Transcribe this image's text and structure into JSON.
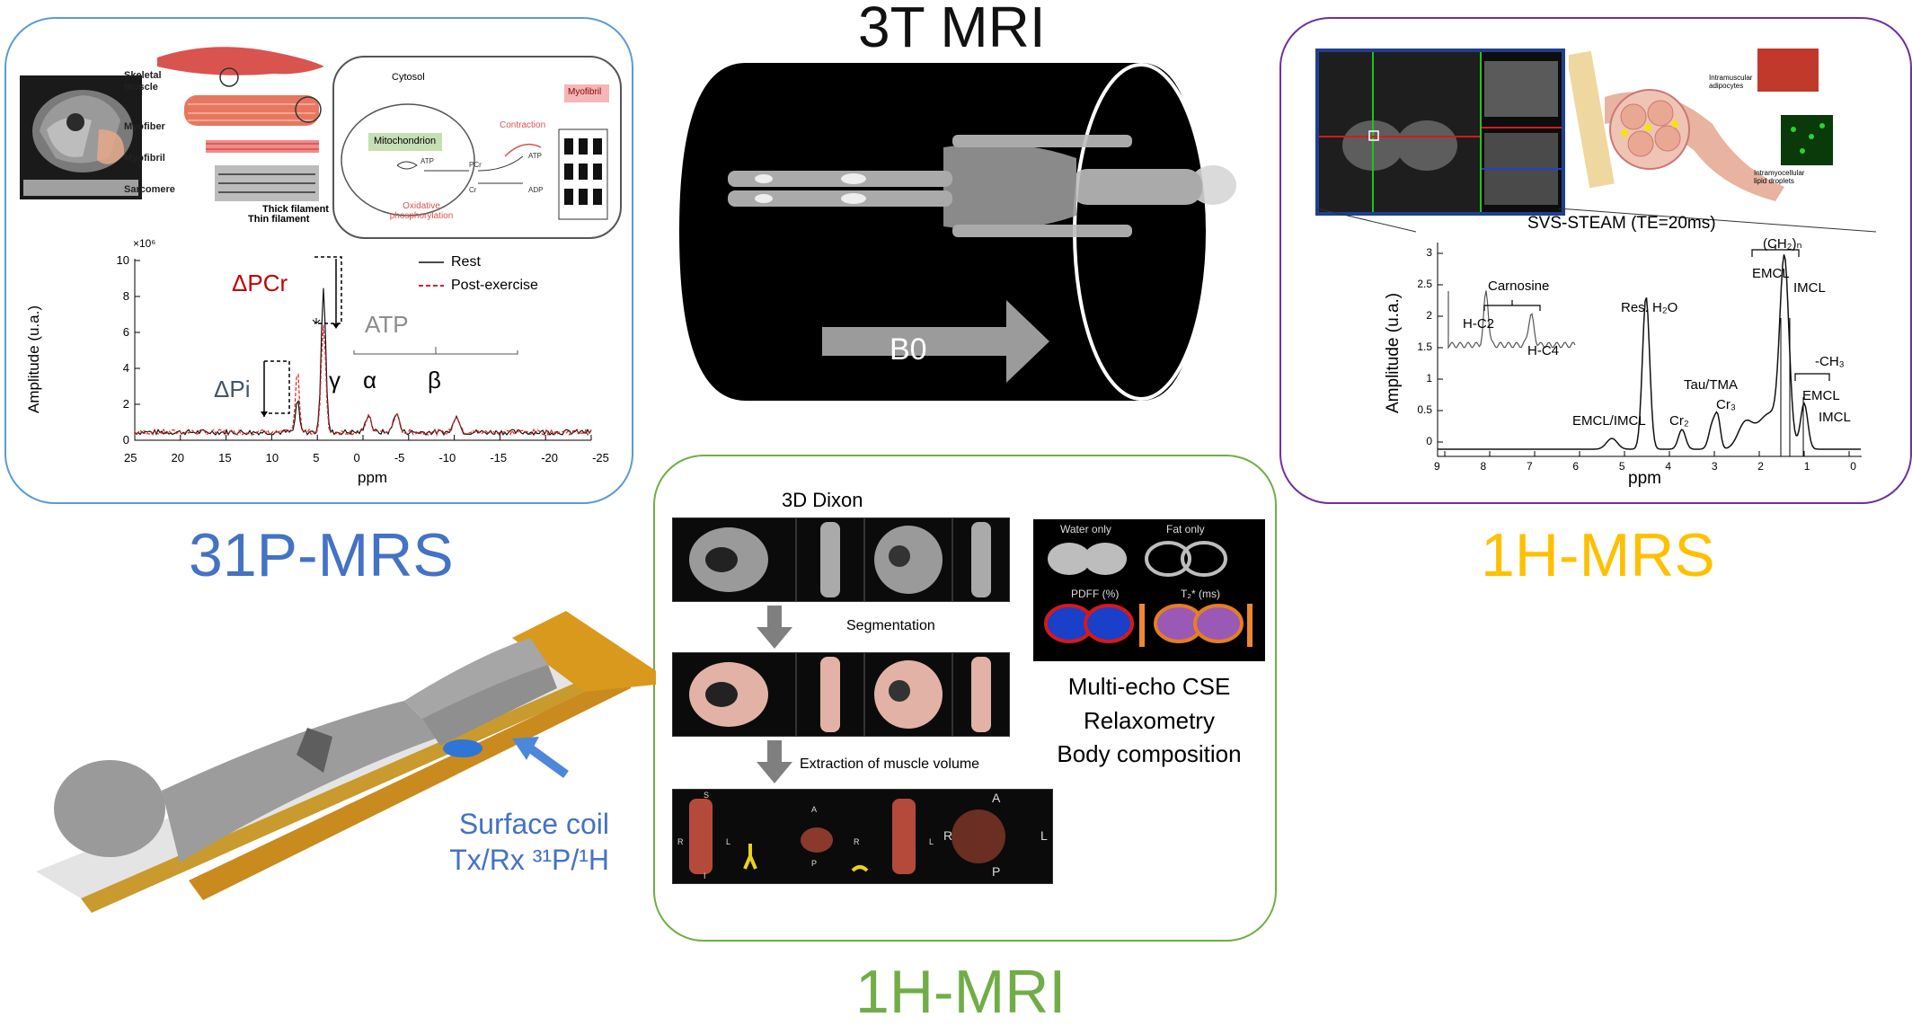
{
  "top_title": "3T MRI",
  "b0_label": "B0",
  "p31": {
    "label": "31P-MRS",
    "color": "#4472c4",
    "anatomy": [
      "Skeletal muscle",
      "Myofiber",
      "Myofibril",
      "Sarcomere",
      "Thick filament",
      "Thin filament"
    ],
    "cell": {
      "cytosol": "Cytosol",
      "mitochondrion": "Mitochondrion",
      "oxidative": "Oxidative phosphorylation",
      "contraction": "Contraction",
      "myofibril": "Myofibril"
    },
    "spectrum": {
      "exp": "×10⁶",
      "ylabel": "Amplitude (u.a.)",
      "xlabel": "ppm",
      "yticks": [
        "10",
        "8",
        "6",
        "4",
        "2",
        "0"
      ],
      "xticks": [
        "25",
        "20",
        "15",
        "10",
        "5",
        "0",
        "-5",
        "-10",
        "-15",
        "-20",
        "-25"
      ],
      "legend_rest": "Rest",
      "legend_post": "Post-exercise",
      "dpcr": "ΔPCr",
      "dpi": "ΔPi",
      "atp": "ATP",
      "gamma": "γ",
      "alpha": "α",
      "beta": "β"
    }
  },
  "h1_mrs": {
    "label": "1H-MRS",
    "color": "#ffc000",
    "title": "SVS-STEAM (TE=20ms)",
    "ylabel": "Amplitude (u.a.)",
    "xlabel": "ppm",
    "yticks": [
      "3",
      "2.5",
      "2",
      "1.5",
      "1",
      "0.5",
      "0"
    ],
    "xticks": [
      "9",
      "8",
      "7",
      "6",
      "5",
      "4",
      "3",
      "2",
      "1",
      "0"
    ],
    "carnosine": "Carnosine",
    "hc2": "H-C2",
    "hc4": "H-C4",
    "res_h2o": "Res. H₂O",
    "emcl_imcl": "EMCL/IMCL",
    "ch2n": "(CH₂)ₙ",
    "emcl": "EMCL",
    "imcl": "IMCL",
    "tau_tma": "Tau/TMA",
    "cr2": "Cr₂",
    "cr3": "Cr₃",
    "ch3": "-CH₃",
    "emcl2": "EMCL",
    "imcl2": "IMCL",
    "illus": {
      "adipocytes": "Intramuscular adipocytes",
      "droplets": "Intramyocellular lipid droplets"
    }
  },
  "h1_mri": {
    "label": "1H-MRI",
    "color": "#70ad47",
    "dixon": "3D Dixon",
    "segmentation": "Segmentation",
    "extraction": "Extraction of muscle volume",
    "water_only": "Water only",
    "fat_only": "Fat only",
    "pdff": "PDFF (%)",
    "t2": "T₂* (ms)",
    "methods": [
      "Multi-echo CSE",
      "Relaxometry",
      "Body composition"
    ],
    "orient": {
      "s": "S",
      "r": "R",
      "l": "L",
      "i": "I",
      "a": "A",
      "p": "P"
    }
  },
  "coil": {
    "line1": "Surface coil",
    "line2": "Tx/Rx ³¹P/¹H",
    "color": "#4472c4"
  }
}
